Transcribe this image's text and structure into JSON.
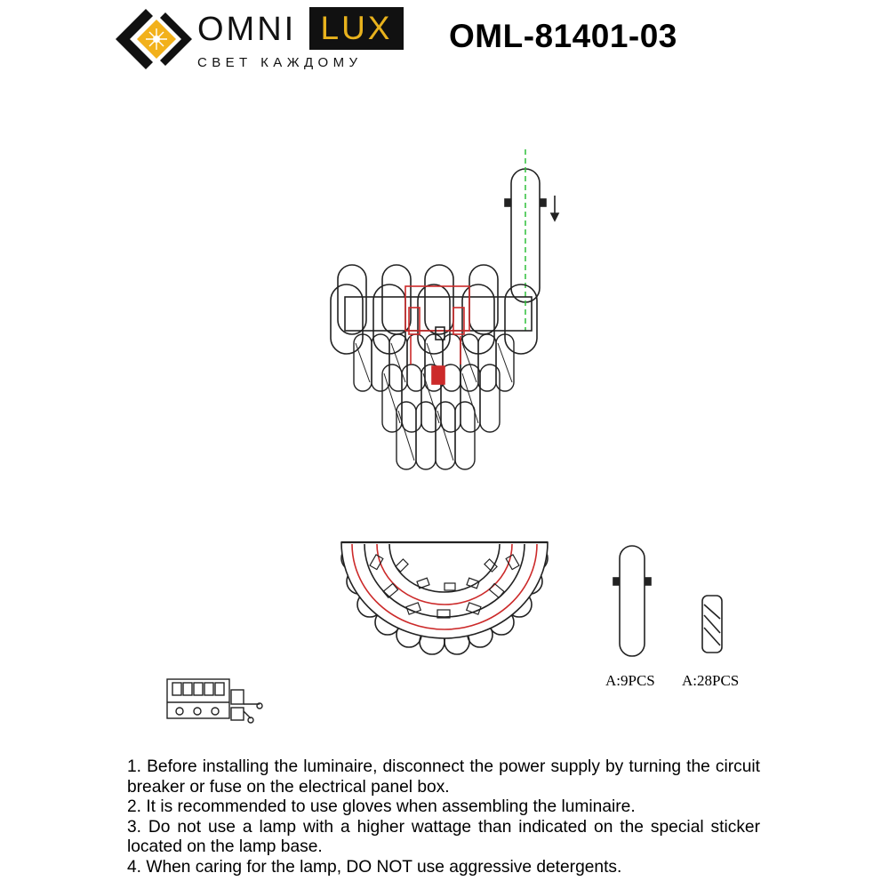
{
  "brand": {
    "name_left": "OMNI",
    "name_right": "LUX",
    "tagline": "СВЕТ КАЖДОМУ",
    "colors": {
      "lux_background": "#111111",
      "lux_text": "#e8b21d",
      "logo_accent": "#f2b11b"
    }
  },
  "model_number": "OML-81401-03",
  "parts": [
    {
      "label": "A:9PCS"
    },
    {
      "label": "A:28PCS"
    }
  ],
  "instructions": [
    "1. Before installing the luminaire, disconnect the power supply by turning the circuit breaker or fuse on the electrical panel box.",
    "2. It is recommended to use gloves when assembling the luminaire.",
    "3. Do not use a lamp with a higher wattage than indicated on the special sticker located on the lamp base.",
    "4. When caring for the lamp, DO NOT use aggressive detergents."
  ],
  "drawing_colors": {
    "line": "#222222",
    "highlight": "#cc2a2a",
    "guide": "#2fbf3a"
  }
}
